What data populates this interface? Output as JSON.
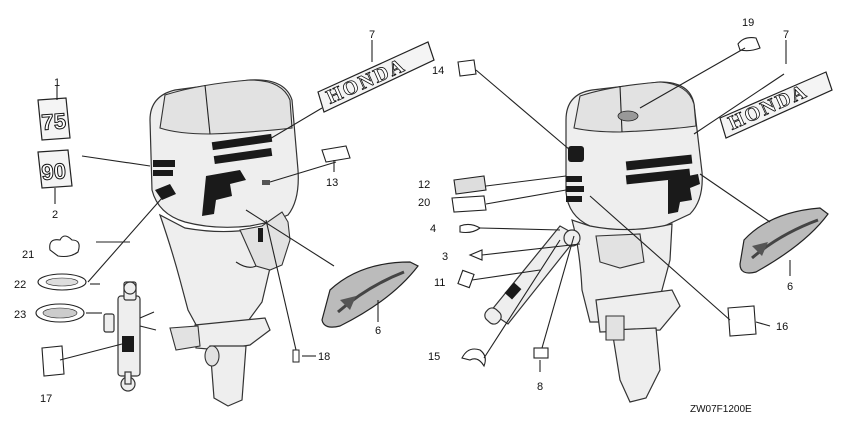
{
  "diagram": {
    "code": "ZW07F1200E",
    "decal_text": {
      "honda_left": "HONDA",
      "honda_right": "HONDA",
      "num_75": "75",
      "num_90": "90"
    },
    "callouts": [
      {
        "id": "c1",
        "label": "1"
      },
      {
        "id": "c2",
        "label": "2"
      },
      {
        "id": "c7a",
        "label": "7"
      },
      {
        "id": "c13",
        "label": "13"
      },
      {
        "id": "c21",
        "label": "21"
      },
      {
        "id": "c22",
        "label": "22"
      },
      {
        "id": "c23",
        "label": "23"
      },
      {
        "id": "c17",
        "label": "17"
      },
      {
        "id": "c18",
        "label": "18"
      },
      {
        "id": "c6a",
        "label": "6"
      },
      {
        "id": "c14",
        "label": "14"
      },
      {
        "id": "c19",
        "label": "19"
      },
      {
        "id": "c7b",
        "label": "7"
      },
      {
        "id": "c12",
        "label": "12"
      },
      {
        "id": "c20",
        "label": "20"
      },
      {
        "id": "c4",
        "label": "4"
      },
      {
        "id": "c3",
        "label": "3"
      },
      {
        "id": "c11",
        "label": "11"
      },
      {
        "id": "c15",
        "label": "15"
      },
      {
        "id": "c8",
        "label": "8"
      },
      {
        "id": "c6b",
        "label": "6"
      },
      {
        "id": "c16",
        "label": "16"
      }
    ]
  }
}
